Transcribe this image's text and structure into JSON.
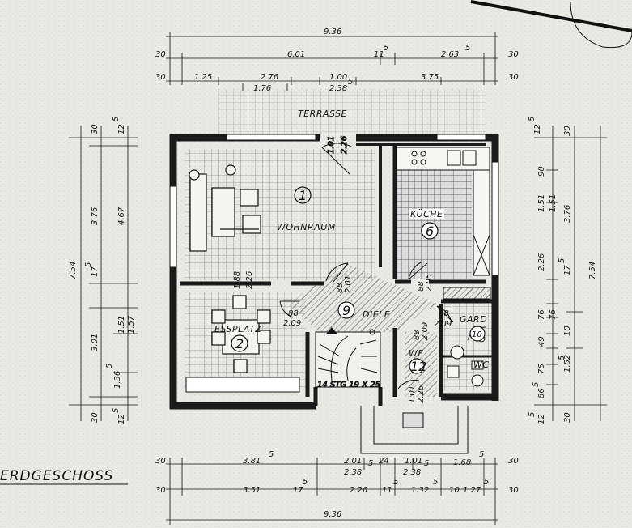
{
  "title": "ERDGESCHOSS",
  "rooms": {
    "terrasse": "TERRASSE",
    "wohnraum": {
      "label": "WOHNRAUM",
      "number": "1"
    },
    "essplatz": {
      "label": "ESSPLATZ",
      "number": "2"
    },
    "kueche": {
      "label": "KÜCHE",
      "number": "6"
    },
    "diele": {
      "label": "DIELE",
      "number": "9"
    },
    "gard": {
      "label": "GARD",
      "number": "10"
    },
    "wc": {
      "label": "WC"
    },
    "wf": {
      "label": "WF",
      "number": "12"
    }
  },
  "stair_label": "14 STG 19 X 25",
  "door_marks": {
    "terrace_door": [
      "1.01",
      "2.26"
    ],
    "wohn_door": [
      "88",
      "2.01"
    ],
    "essplatz_door": [
      "88",
      "2.09"
    ],
    "diele_left": [
      "88",
      "2.09"
    ],
    "kitchen_door": [
      "88",
      "2.05"
    ],
    "gard_door": [
      "88",
      "2.09"
    ],
    "wf_door": [
      "88",
      "2.09"
    ],
    "entrance": [
      "1.01",
      "2.26"
    ],
    "essplatz_window": [
      "1.88",
      "2.26"
    ]
  },
  "dims_top": {
    "row1": [
      "9.36"
    ],
    "row2": [
      "30",
      "6.01",
      "11",
      "5",
      "2.63",
      "5",
      "30"
    ],
    "row3": [
      "30",
      "1.25",
      "2.76",
      "1.76",
      "1.00",
      "2.38",
      "5",
      "3.75",
      "30"
    ]
  },
  "dims_bottom": {
    "row1": [
      "30",
      "3.81",
      "5",
      "2.01",
      "5",
      "24",
      "1.01",
      "5",
      "1.68",
      "5",
      "30"
    ],
    "row1_sub": [
      "2.38",
      "2.38"
    ],
    "row2": [
      "30",
      "3.51",
      "17",
      "5",
      "2.26",
      "11",
      "5",
      "1.32",
      "5",
      "10",
      "1.27",
      "5",
      "30"
    ],
    "row3": [
      "9.36"
    ]
  },
  "dims_left": {
    "outer": [
      "7.54"
    ],
    "middle": [
      "30",
      "3.76",
      "17",
      "5",
      "3.01",
      "1.36",
      "5",
      "30"
    ],
    "inner": [
      "12",
      "5",
      "4.67",
      "1.51",
      "1.57",
      "12",
      "5"
    ]
  },
  "dims_right": {
    "inner": [
      "12",
      "5",
      "90",
      "1.51",
      "2.26",
      "76",
      "49",
      "76",
      "86",
      "5",
      "12",
      "5"
    ],
    "middle": [
      "30",
      "1.51",
      "3.76",
      "17",
      "5",
      "76",
      "10",
      "1.52",
      "5",
      "30"
    ],
    "outer": [
      "7.54"
    ]
  },
  "colors": {
    "paper": "#e9e9e6",
    "ink": "#111111",
    "wall": "#1a1a1a"
  }
}
